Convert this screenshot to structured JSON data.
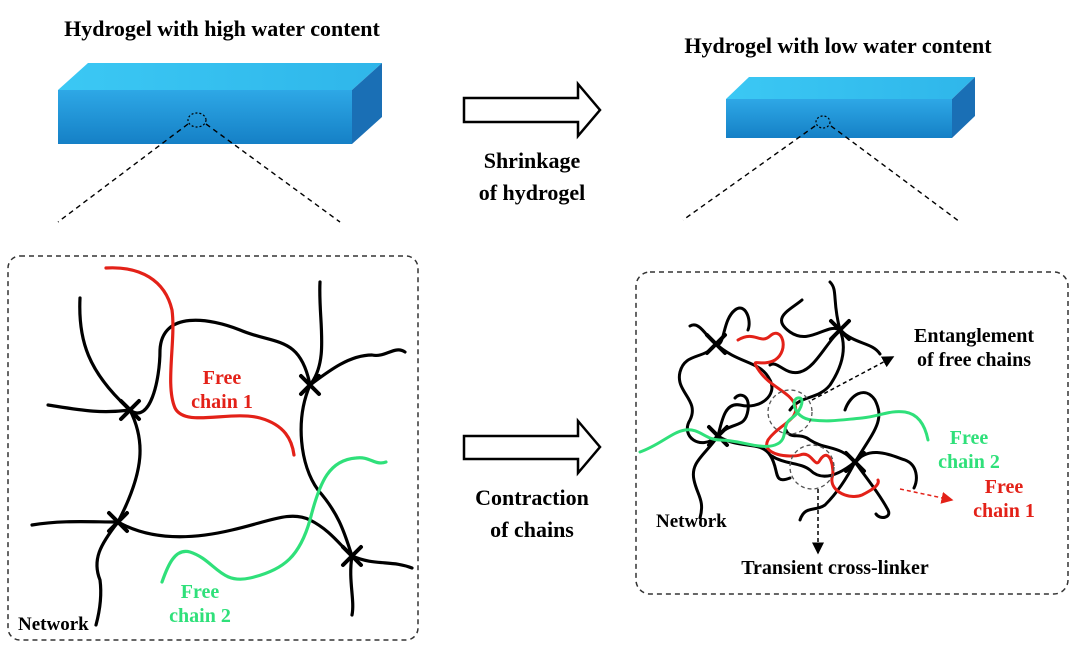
{
  "titles": {
    "left": "Hydrogel with high water content",
    "right": "Hydrogel with low water content"
  },
  "arrows": {
    "top": {
      "line1": "Shrinkage",
      "line2": "of hydrogel"
    },
    "bottom": {
      "line1": "Contraction",
      "line2": "of chains"
    }
  },
  "left_panel": {
    "free_chain_1": {
      "line1": "Free",
      "line2": "chain 1"
    },
    "free_chain_2": {
      "line1": "Free",
      "line2": "chain 2"
    },
    "network": "Network"
  },
  "right_panel": {
    "entanglement": {
      "line1": "Entanglement",
      "line2": "of free chains"
    },
    "free_chain_2": {
      "line1": "Free",
      "line2": "chain 2"
    },
    "free_chain_1": {
      "line1": "Free",
      "line2": "chain 1"
    },
    "network": "Network",
    "transient": "Transient cross-linker"
  },
  "colors": {
    "gel_top": "#39c6f2",
    "gel_front": "#1e8fd2",
    "gel_side": "#1a72b8",
    "network": "#000000",
    "free_chain_1": "#e32118",
    "free_chain_2": "#2fe07a",
    "panel_border": "#333333"
  }
}
